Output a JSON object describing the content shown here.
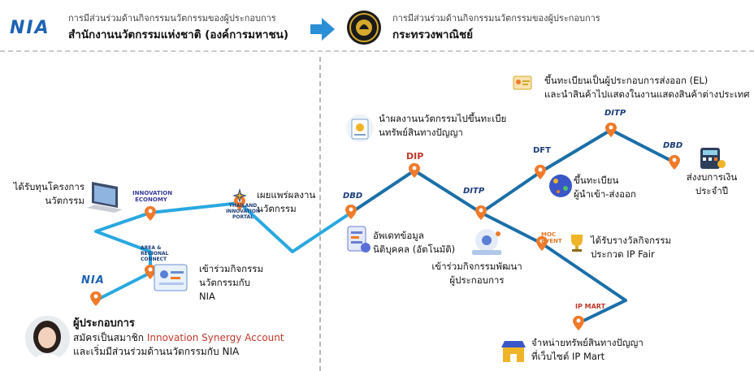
{
  "header": {
    "left_logo": "NIA",
    "left_caption": "การมีส่วนร่วมด้านกิจกรรมนวัตกรรมของผู้ประกอบการ",
    "left_title": "สำนักงานนวัตกรรมแห่งชาติ (องค์การมหาชน)",
    "right_caption": "การมีส่วนร่วมด้านกิจกรรมนวัตกรรมของผู้ประกอบการ",
    "right_title": "กระทรวงพาณิชย์"
  },
  "colors": {
    "nia_line": "#29a8e0",
    "moc_line": "#1b6fa8",
    "pin": "#f07a2a",
    "arrow": "#2a8fd6",
    "highlight": "#c0392b"
  },
  "logos": {
    "innovation_economy": "INNOVATION ECONOMY",
    "area_regional": "AREA & REGIONAL CONNECT",
    "thailand_portal": "THAILAND INNOVATION PORTAL",
    "nia_small": "NIA",
    "dbd1": "DBD",
    "dip": "DIP",
    "ditp1": "DITP",
    "ditp2": "DITP",
    "dft": "DFT",
    "dbd2": "DBD",
    "moc_event": "MOC EVENT",
    "ipmart": "IP MART"
  },
  "nodes": {
    "funding": [
      "ได้รับทุนโครงการ",
      "นวัตกรรม"
    ],
    "publish": [
      "เผยแพร่ผลงาน",
      "นวัตกรรม"
    ],
    "nia_activity": [
      "เข้าร่วมกิจกรรม",
      "นวัตกรรมกับ",
      "NIA"
    ],
    "ip_register": [
      "นำผลงานนวัตกรรมไปขึ้นทะเบีย",
      "นทรัพย์สินทางปัญญา"
    ],
    "update_info": [
      "อัพเดทข้อมูล",
      "นิติบุคคล (อัตโนมัติ)"
    ],
    "dev_activity": [
      "เข้าร่วมกิจกรรมพัฒนา",
      "ผู้ประกอบการ"
    ],
    "importer": [
      "ขึ้นทะเบียน",
      "ผู้นำเข้า-ส่งออก"
    ],
    "export_el": [
      "ขึ้นทะเบียนเป็นผู้ประกอบการส่งออก (EL)",
      "และนำสินค้าไปแสดงในงานแสดงสินค้าต่างประเทศ"
    ],
    "financial": [
      "ส่งงบการเงิน",
      "ประจำปี"
    ],
    "ip_fair": [
      "ได้รับรางวัลกิจกรรม",
      "ประกวด IP Fair"
    ],
    "ip_mart": [
      "จำหน่ายทรัพย์สินทางปัญญา",
      "ที่เว็บไซต์ IP Mart"
    ]
  },
  "entrepreneur": {
    "title": "ผู้ประกอบการ",
    "line1_prefix": "สมัครเป็นสมาชิก ",
    "line1_highlight": "Innovation Synergy Account",
    "line2": "และเริ่มมีส่วนร่วมด้านนวัตกรรมกับ NIA"
  }
}
